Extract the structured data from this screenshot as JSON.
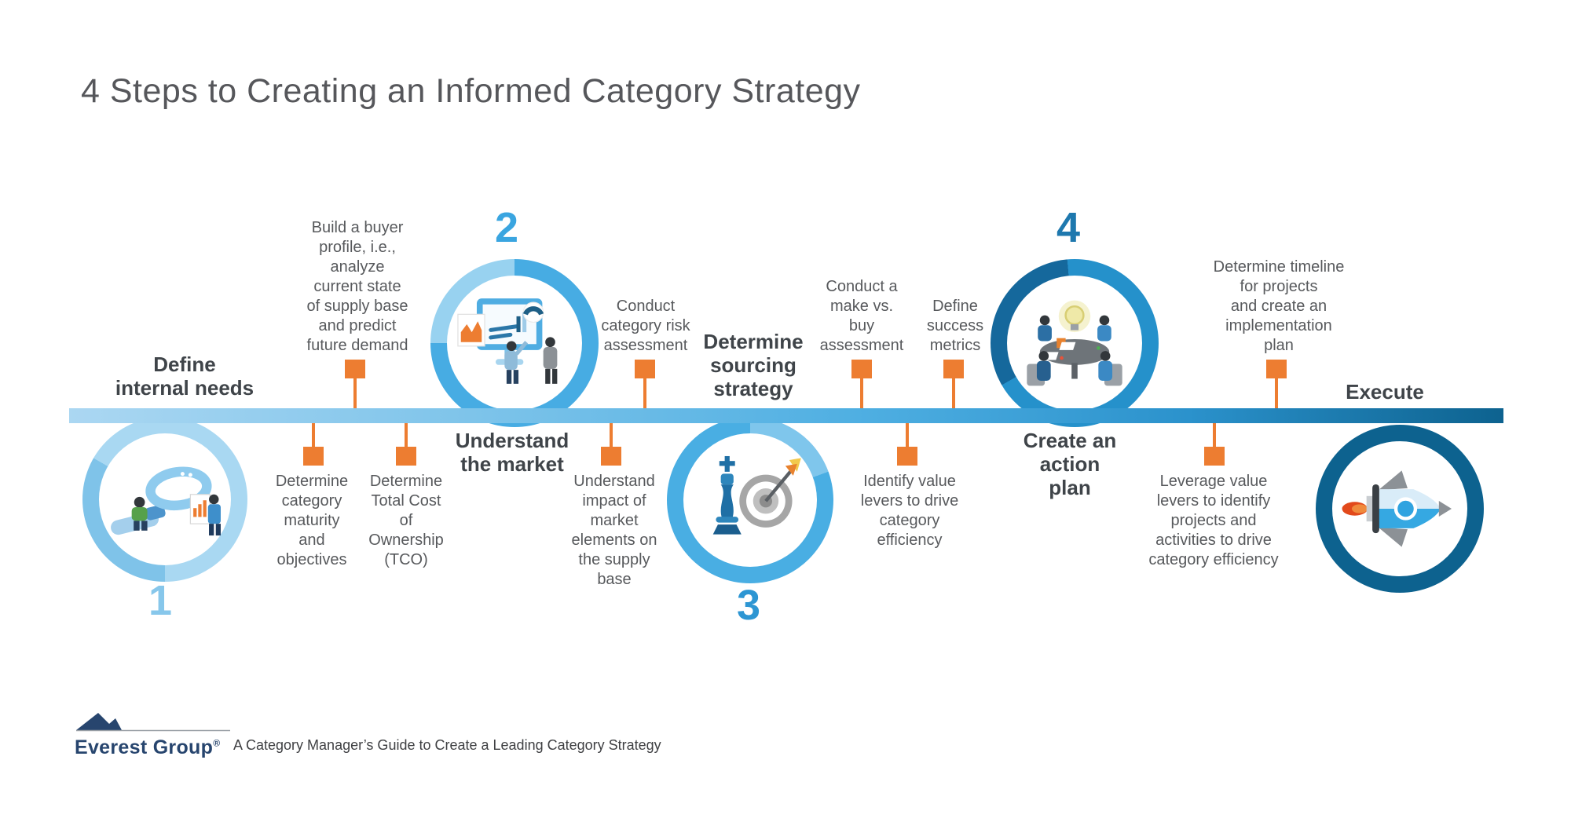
{
  "title": "4 Steps to Creating an Informed Category Strategy",
  "steps": [
    {
      "number": "1",
      "label": "Define\ninternal needs",
      "icon": "magnifier-people-illustration"
    },
    {
      "number": "2",
      "label": "Understand\nthe market",
      "icon": "dashboard-people-illustration"
    },
    {
      "number": "3",
      "label": "Determine\nsourcing\nstrategy",
      "icon": "chess-king-target-illustration"
    },
    {
      "number": "4",
      "label": "Create an\naction\nplan",
      "icon": "team-roundtable-lightbulb-illustration"
    },
    {
      "number": "",
      "label": "Execute",
      "icon": "rocket-illustration"
    }
  ],
  "notes_above_line": [
    {
      "text": "Build a buyer\nprofile, i.e.,\nanalyze\ncurrent state\nof supply base\nand predict\nfuture demand"
    },
    {
      "text": "Conduct\ncategory risk\nassessment"
    },
    {
      "text": "Conduct a\nmake vs.\nbuy\nassessment"
    },
    {
      "text": "Define\nsuccess\nmetrics"
    },
    {
      "text": "Determine timeline\nfor projects\nand create an\nimplementation\nplan"
    }
  ],
  "notes_below_line": [
    {
      "text": "Determine\ncategory\nmaturity\nand\nobjectives"
    },
    {
      "text": "Determine\nTotal Cost\nof\nOwnership\n(TCO)"
    },
    {
      "text": "Understand\nimpact of\nmarket\nelements on\nthe supply\nbase"
    },
    {
      "text": "Identify value\nlevers to drive\ncategory\nefficiency"
    },
    {
      "text": "Leverage value\nlevers to identify\nprojects and\nactivities to drive\ncategory efficiency"
    }
  ],
  "footer": {
    "brand": "Everest Group",
    "reg": "®",
    "tagline": "A Category Manager’s Guide to Create a Leading Category Strategy"
  },
  "icons": {
    "mountain-icon": "everest-mountain-logo-mark",
    "connector-marker": "orange-square-connector"
  },
  "palette": {
    "orange": "#ED7D31",
    "bar_gradient_start": "#ABD7F2",
    "bar_gradient_mid": "#4FAFE2",
    "bar_gradient_end": "#0D628F",
    "c1_base": "#A9D8F2",
    "c1_seg": "#7FC3E9",
    "c2_base": "#47ACE3",
    "c2_seg": "#98D2F0",
    "c3_base": "#49AEE3",
    "c3_seg": "#7FC6EC",
    "c4_base": "#2591CB",
    "c4_seg": "#15689C",
    "c5_base": "#0D628F",
    "num1": "#87C7EB",
    "num2": "#3AA5E0",
    "num3": "#2D96D3",
    "num4": "#1E78AE",
    "title_color": "#56575B",
    "label_color": "#3F4449",
    "note_color": "#57595C",
    "brand_navy": "#27456E"
  }
}
